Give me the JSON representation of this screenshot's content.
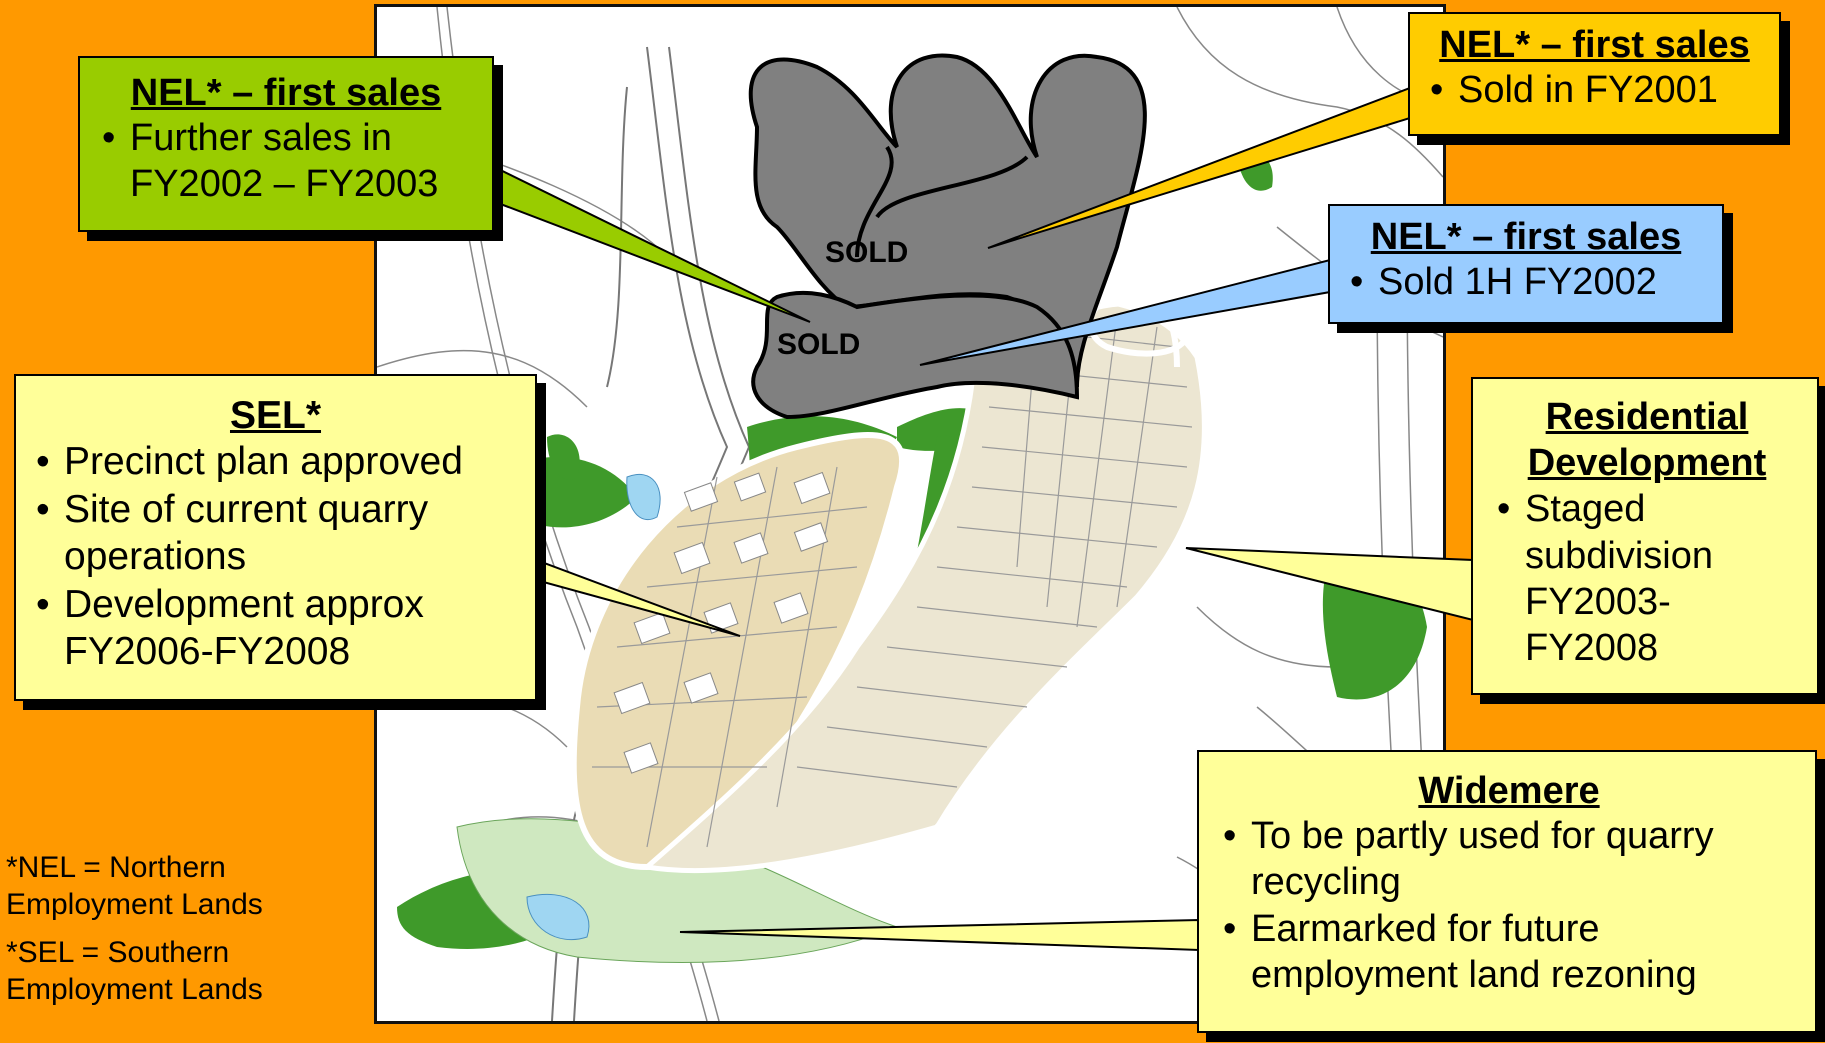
{
  "map": {
    "sold_labels": [
      "SOLD",
      "SOLD"
    ]
  },
  "callouts": {
    "nel_green": {
      "title": "NEL* – first sales",
      "bullets": [
        "Further sales in FY2002 – FY2003"
      ]
    },
    "nel_yellow": {
      "title": "NEL* – first sales",
      "bullets": [
        "Sold in FY2001"
      ]
    },
    "nel_blue": {
      "title": "NEL* – first sales",
      "bullets": [
        "Sold 1H FY2002"
      ]
    },
    "sel": {
      "title": "SEL*",
      "bullets": [
        "Precinct plan approved",
        "Site of current quarry operations",
        "Development approx FY2006-FY2008"
      ]
    },
    "residential": {
      "title_line1": "Residential",
      "title_line2": "Development",
      "bullets": [
        "Staged subdivision FY2003-FY2008"
      ]
    },
    "widemere": {
      "title": "Widemere",
      "bullets": [
        "To be partly used for quarry recycling",
        "Earmarked for future employment land rezoning"
      ]
    }
  },
  "footnote": {
    "nel": "*NEL = Northern Employment Lands",
    "sel": "*SEL = Southern Employment Lands"
  },
  "colors": {
    "background": "#ff9900",
    "nel_green": "#99cc00",
    "nel_yellow": "#ffcc00",
    "nel_blue": "#99ccff",
    "note_yellow": "#ffff99",
    "sold_grey": "#808080",
    "vegetation": "#3f9a2a",
    "development": "#eadcb5"
  }
}
